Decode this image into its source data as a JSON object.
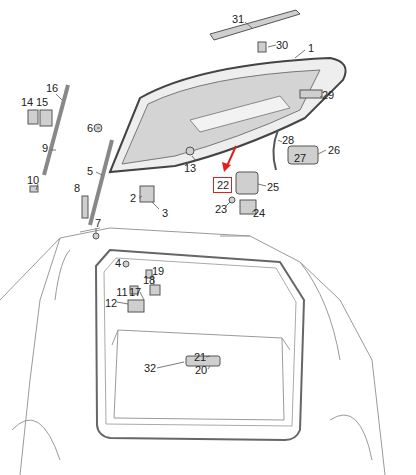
{
  "diagram": {
    "nodes": [
      {
        "text": [
          "22"
        ]
      }
    ],
    "labels": [
      "31",
      "30",
      "1",
      "16",
      "14",
      "15",
      "6",
      "29",
      "9",
      "13",
      "28",
      "27",
      "26",
      "5",
      "25",
      "23",
      "10",
      "8",
      "24",
      "2",
      "3",
      "7",
      "4",
      "19",
      "18",
      "11",
      "17",
      "12",
      "21",
      "20",
      "32"
    ]
  }
}
